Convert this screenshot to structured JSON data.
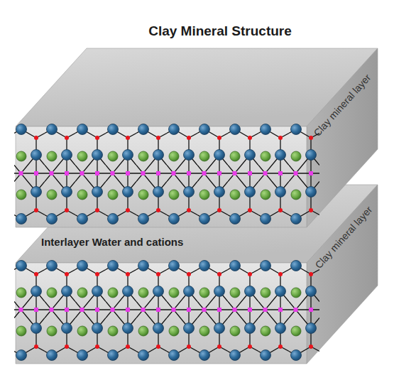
{
  "diagram": {
    "title": "Clay Mineral Structure",
    "nodes": [
      {
        "text": [
          "Clay mineral layer"
        ]
      },
      {
        "text": [
          "Clay mineral layer"
        ]
      }
    ],
    "labels": [
      "Interlayer Water and cations"
    ]
  }
}
